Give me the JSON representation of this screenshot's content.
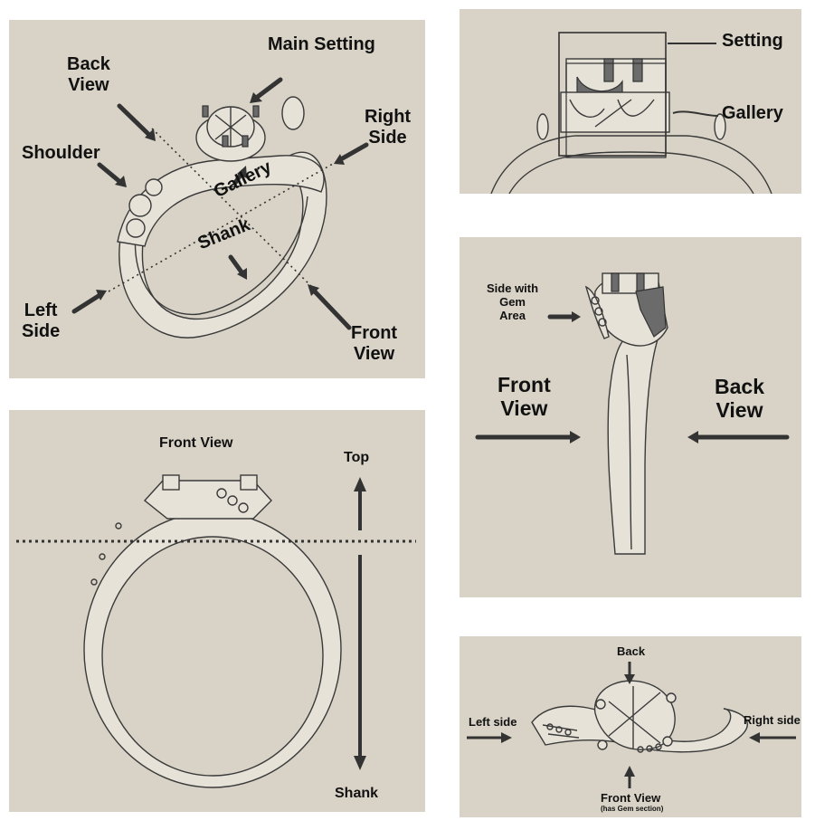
{
  "panels": {
    "anatomy": {
      "main_setting": "Main Setting",
      "back_view": [
        "Back",
        "View"
      ],
      "right_side": [
        "Right",
        "Side"
      ],
      "shoulder": "Shoulder",
      "gallery": "Gallery",
      "shank": "Shank",
      "left_side": [
        "Left",
        "Side"
      ],
      "front_view": [
        "Front",
        "View"
      ]
    },
    "setting_detail": {
      "setting": "Setting",
      "gallery": "Gallery"
    },
    "side_view": {
      "side_with_gem": [
        "Side with",
        "Gem",
        "Area"
      ],
      "front_view": [
        "Front",
        "View"
      ],
      "back_view": [
        "Back",
        "View"
      ]
    },
    "front_view_panel": {
      "title": "Front View",
      "top": "Top",
      "shank": "Shank"
    },
    "top_view": {
      "back": "Back",
      "left_side": "Left side",
      "right_side": "Right side",
      "front_view": "Front View",
      "front_note": "(has Gem section)"
    }
  },
  "colors": {
    "panel_bg": "#d8d3c6",
    "ink": "#333333",
    "metal": "#e6e2d8"
  }
}
